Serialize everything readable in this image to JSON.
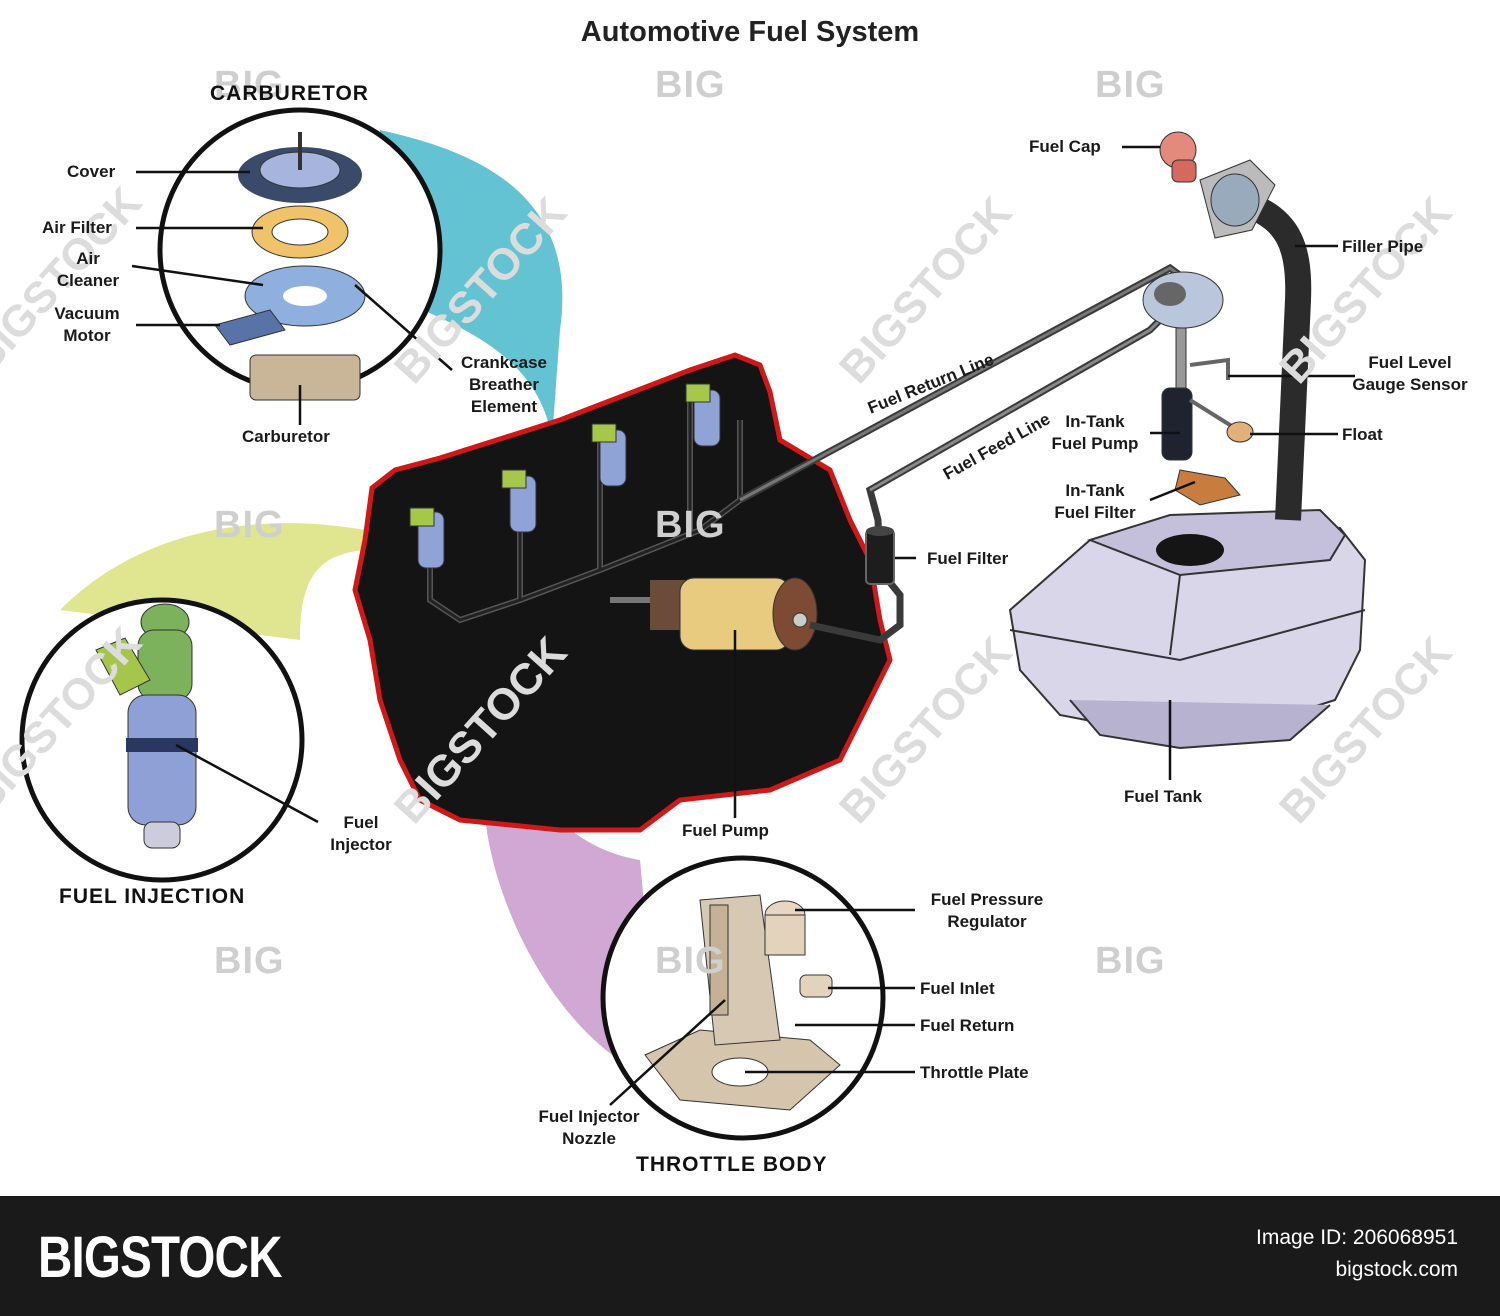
{
  "title": "Automotive Fuel System",
  "sections": {
    "carburetor": "CARBURETOR",
    "fuel_injection": "FUEL INJECTION",
    "throttle_body": "THROTTLE BODY"
  },
  "labels": {
    "cover": "Cover",
    "air_filter": "Air Filter",
    "air_cleaner": [
      "Air",
      "Cleaner"
    ],
    "vacuum_motor": [
      "Vacuum",
      "Motor"
    ],
    "crankcase": [
      "Crankcase",
      "Breather",
      "Element"
    ],
    "carburetor": "Carburetor",
    "fuel_injector": [
      "Fuel",
      "Injector"
    ],
    "fuel_pump": "Fuel Pump",
    "fuel_filter": "Fuel Filter",
    "fuel_return_line": "Fuel Return Line",
    "fuel_feed_line": "Fuel Feed Line",
    "fuel_cap": "Fuel Cap",
    "filler_pipe": "Filler Pipe",
    "fuel_level_gauge_sensor": [
      "Fuel Level",
      "Gauge Sensor"
    ],
    "in_tank_fuel_pump": [
      "In-Tank",
      "Fuel Pump"
    ],
    "float": "Float",
    "in_tank_fuel_filter": [
      "In-Tank",
      "Fuel Filter"
    ],
    "fuel_tank": "Fuel Tank",
    "fuel_pressure_regulator": [
      "Fuel Pressure",
      "Regulator"
    ],
    "fuel_inlet": "Fuel Inlet",
    "fuel_return": "Fuel Return",
    "throttle_plate": "Throttle Plate",
    "fuel_injector_nozzle": [
      "Fuel Injector",
      "Nozzle"
    ]
  },
  "watermark": {
    "small": "BIG",
    "diagonal": "BIGSTOCK"
  },
  "footer": {
    "brand": "BIGSTOCK",
    "image_id": "Image ID: 206068951",
    "site": "bigstock.com"
  }
}
